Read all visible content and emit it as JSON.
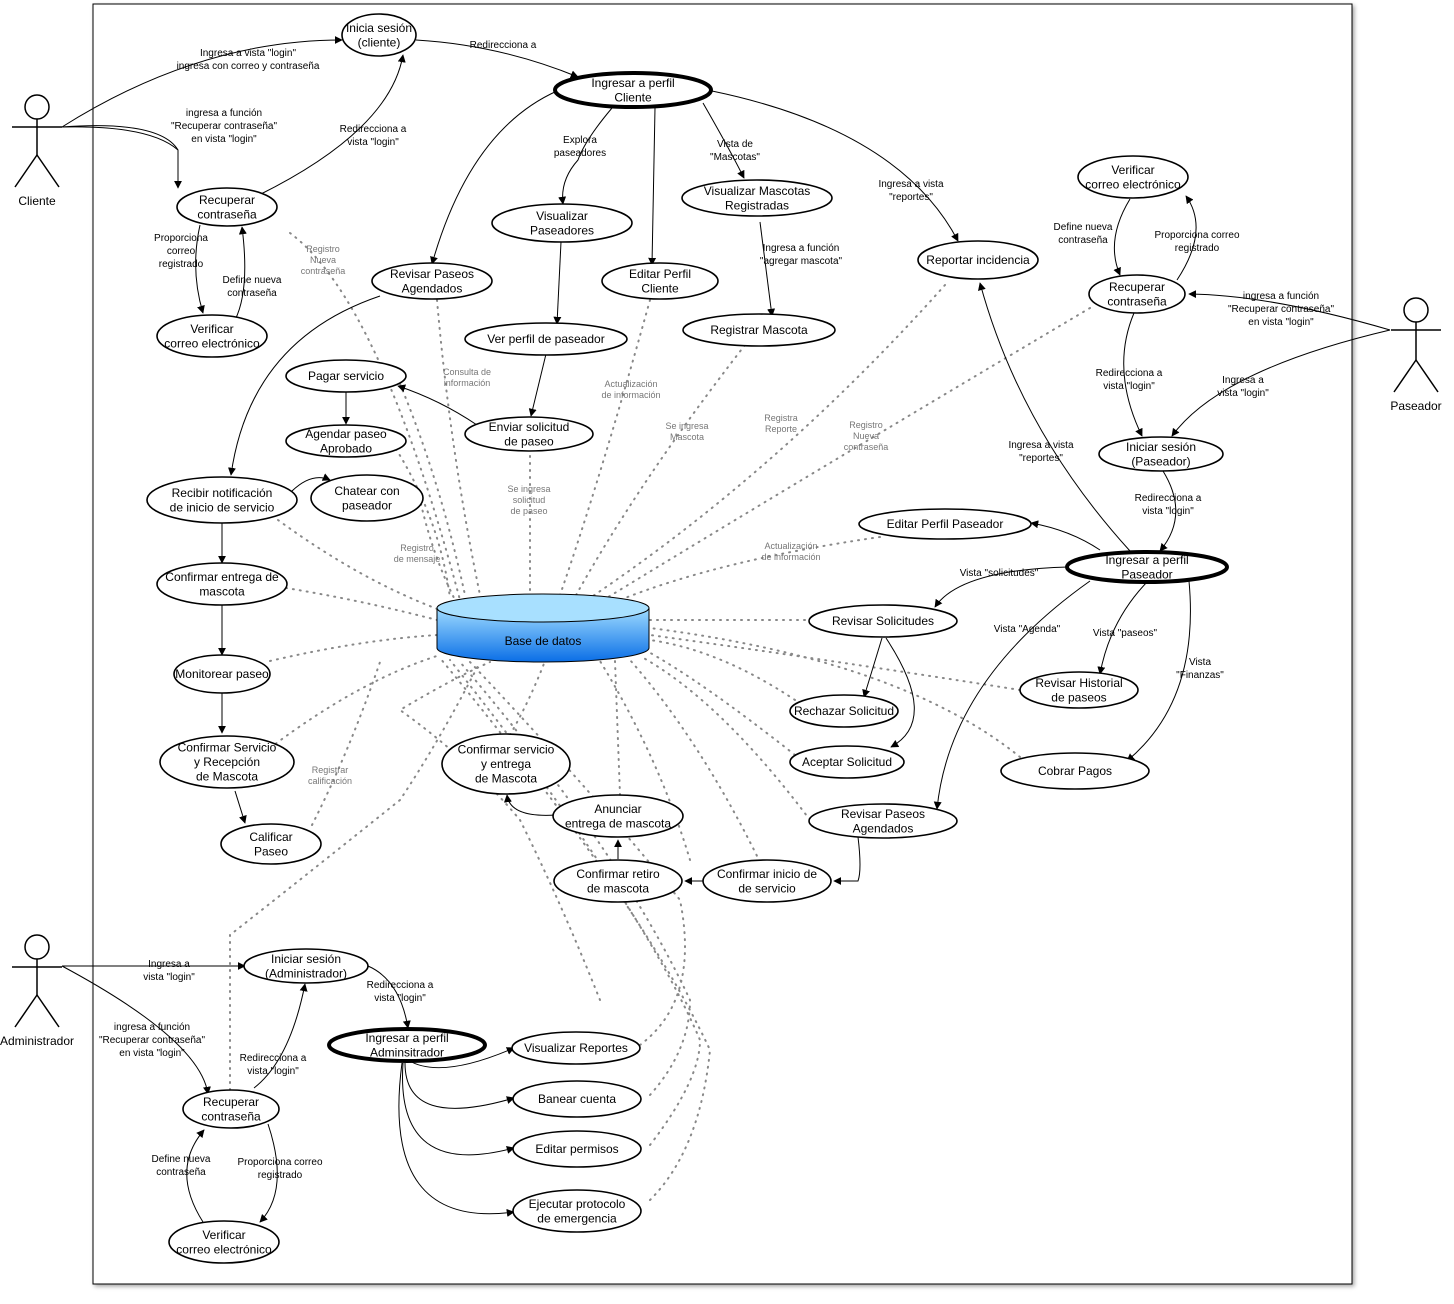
{
  "database": {
    "label": "Base de datos"
  },
  "actors": [
    {
      "id": "cliente",
      "label": "Cliente"
    },
    {
      "id": "paseador",
      "label": "Paseador"
    },
    {
      "id": "administrador",
      "label": "Administrador"
    }
  ],
  "nodes": {
    "inicia_sesion_cliente": [
      "Inicia sesión",
      "(cliente)"
    ],
    "ingresar_perfil_cliente": [
      "Ingresar a perfil",
      "Cliente"
    ],
    "recuperar_contrasena_cliente": [
      "Recuperar",
      "contraseña"
    ],
    "verificar_correo_cliente": [
      "Verificar",
      "correo electrónico"
    ],
    "revisar_paseos_agendados_cliente": [
      "Revisar Paseos",
      "Agendados"
    ],
    "visualizar_paseadores": [
      "Visualizar",
      "Paseadores"
    ],
    "editar_perfil_cliente": [
      "Editar Perfil",
      "Cliente"
    ],
    "visualizar_mascotas": [
      "Visualizar Mascotas",
      "Registradas"
    ],
    "registrar_mascota": [
      "Registrar Mascota"
    ],
    "reportar_incidencia": [
      "Reportar incidencia"
    ],
    "ver_perfil_paseador": [
      "Ver perfil de paseador"
    ],
    "pagar_servicio": [
      "Pagar servicio"
    ],
    "agendar_paseo": [
      "Agendar paseo",
      "Aprobado"
    ],
    "enviar_solicitud": [
      "Enviar solicitud",
      "de paseo"
    ],
    "recibir_notificacion": [
      "Recibir notificación",
      "de inicio de servicio"
    ],
    "chatear_paseador": [
      "Chatear con",
      "paseador"
    ],
    "confirmar_entrega": [
      "Confirmar entrega de",
      "mascota"
    ],
    "monitorear_paseo": [
      "Monitorear paseo"
    ],
    "confirmar_servicio_recepcion": [
      "Confirmar Servicio",
      "y Recepción",
      "de Mascota"
    ],
    "calificar_paseo": [
      "Calificar",
      "Paseo"
    ],
    "confirmar_servicio_entrega": [
      "Confirmar servicio",
      "y entrega",
      "de Mascota"
    ],
    "anunciar_entrega": [
      "Anunciar",
      "entrega de mascota"
    ],
    "confirmar_retiro": [
      "Confirmar retiro",
      "de mascota"
    ],
    "confirmar_inicio": [
      "Confirmar inicio de",
      "de servicio"
    ],
    "verificar_correo_paseador": [
      "Verificar",
      "correo electrónico"
    ],
    "recuperar_contrasena_paseador": [
      "Recuperar",
      "contraseña"
    ],
    "iniciar_sesion_paseador": [
      "Iniciar sesión",
      "(Paseador)"
    ],
    "editar_perfil_paseador": [
      "Editar Perfil Paseador"
    ],
    "ingresar_perfil_paseador": [
      "Ingresar a perfil",
      "Paseador"
    ],
    "revisar_solicitudes": [
      "Revisar Solicitudes"
    ],
    "rechazar_solicitud": [
      "Rechazar Solicitud"
    ],
    "aceptar_solicitud": [
      "Aceptar Solicitud"
    ],
    "revisar_historial": [
      "Revisar Historial",
      "de paseos"
    ],
    "cobrar_pagos": [
      "Cobrar Pagos"
    ],
    "revisar_paseos_agendados_paseador": [
      "Revisar Paseos",
      "Agendados"
    ],
    "iniciar_sesion_admin": [
      "Iniciar sesión",
      "(Administrador)"
    ],
    "ingresar_perfil_admin": [
      "Ingresar a perfil",
      "Adminsitrador"
    ],
    "visualizar_reportes": [
      "Visualizar Reportes"
    ],
    "banear_cuenta": [
      "Banear cuenta"
    ],
    "editar_permisos": [
      "Editar permisos"
    ],
    "ejecutar_protocolo": [
      "Ejecutar protocolo",
      "de emergencia"
    ],
    "recuperar_contrasena_admin": [
      "Recuperar",
      "contraseña"
    ],
    "verificar_correo_admin": [
      "Verificar",
      "correo electrónico"
    ]
  },
  "edge_labels": {
    "cliente_login": [
      "Ingresa a vista \"login\"",
      "ingresa con correo y contraseña"
    ],
    "cliente_recuperar": [
      "ingresa a función",
      "\"Recuperar contraseña\"",
      "en vista \"login\""
    ],
    "redirecciona_a": [
      "Redirecciona a"
    ],
    "cliente_recuperar_login": [
      "Redirecciona a",
      "vista \"login\""
    ],
    "cliente_proporciona": [
      "Proporciona",
      "correo",
      "registrado"
    ],
    "cliente_define": [
      "Define nueva",
      "contraseña"
    ],
    "explora": [
      "Explora",
      "paseadores"
    ],
    "vista_mascotas": [
      "Vista de",
      "\"Mascotas\""
    ],
    "ingresa_reportes_cliente": [
      "Ingresa a vista",
      "\"reportes\""
    ],
    "agregar_mascota": [
      "Ingresa a función",
      "\"agregar mascota\""
    ],
    "paseador_define": [
      "Define nueva",
      "contraseña"
    ],
    "paseador_proporciona": [
      "Proporciona correo",
      "registrado"
    ],
    "paseador_recuperar": [
      "ingresa a función",
      "\"Recuperar contraseña\"",
      "en vista \"login\""
    ],
    "paseador_recuperar_login": [
      "Redirecciona a",
      "vista \"login\""
    ],
    "paseador_login": [
      "Ingresa a",
      "vista \"login\""
    ],
    "ingresa_reportes_paseador": [
      "Ingresa a vista",
      "\"reportes\""
    ],
    "paseador_redirecciona": [
      "Redirecciona a",
      "vista \"login\""
    ],
    "vista_solicitudes": [
      "Vista \"solicitudes\""
    ],
    "vista_agenda": [
      "Vista \"Agenda\""
    ],
    "vista_paseos": [
      "Vista \"paseos\""
    ],
    "vista_finanzas": [
      "Vista",
      "\"Finanzas\""
    ],
    "admin_login": [
      "Ingresa a",
      "vista \"login\""
    ],
    "admin_recuperar": [
      "ingresa a función",
      "\"Recuperar contraseña\"",
      "en vista \"login\""
    ],
    "admin_recuperar_login": [
      "Redirecciona a",
      "vista \"login\""
    ],
    "admin_redirecciona": [
      "Redirecciona a",
      "vista \"login\""
    ],
    "admin_define": [
      "Define nueva",
      "contraseña"
    ],
    "admin_proporciona": [
      "Proporciona correo",
      "registrado"
    ]
  },
  "data_labels": {
    "registro_nueva_cliente": [
      "Registro",
      "Nueva",
      "contraseña"
    ],
    "consulta_info": [
      "Consulta de",
      "información"
    ],
    "actualizacion_cliente": [
      "Actualización",
      "de información"
    ],
    "se_ingresa_mascota": [
      "Se ingresa",
      "Mascota"
    ],
    "registra_reporte": [
      "Registra",
      "Reporte"
    ],
    "registro_nueva_paseador": [
      "Registro",
      "Nueva",
      "contraseña"
    ],
    "se_ingresa_solicitud": [
      "Se ingresa",
      "solicitud",
      "de paseo"
    ],
    "registro_mensaje": [
      "Registro",
      "de mensaje"
    ],
    "actualizacion_paseador": [
      "Actualización",
      "de información"
    ],
    "registrar_calificacion": [
      "Registrar",
      "calificación"
    ]
  },
  "colors": {
    "db_top": "#9fdcff",
    "db_bottom": "#0a6ee6",
    "dotted": "#888888"
  }
}
